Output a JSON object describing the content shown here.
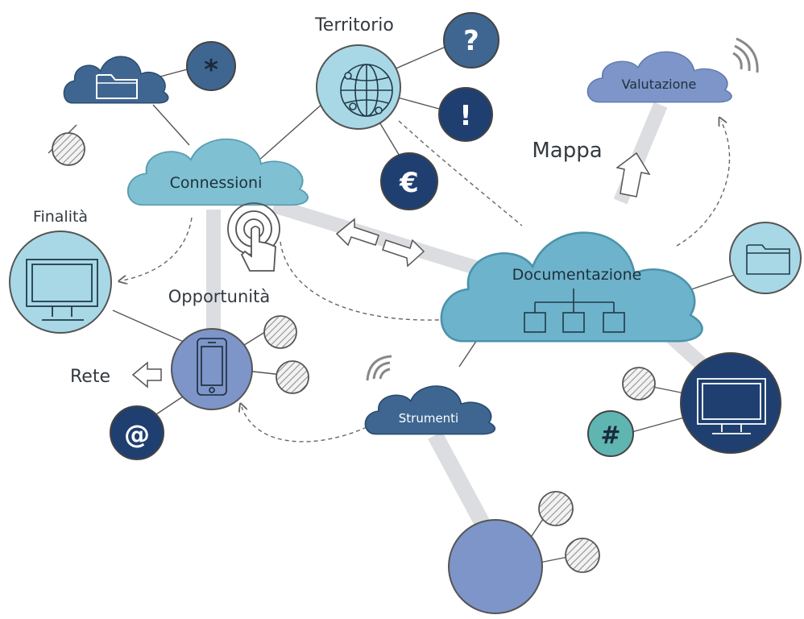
{
  "labels": {
    "territorio": "Territorio",
    "valutazione": "Valutazione",
    "mappa": "Mappa",
    "connessioni": "Connessioni",
    "finalita": "Finalità",
    "opportunita": "Opportunità",
    "documentazione": "Documentazione",
    "rete": "Rete",
    "strumenti": "Strumenti"
  },
  "glyphs": {
    "question": "?",
    "exclamation": "!",
    "euro": "€",
    "asterisk": "*",
    "at": "@",
    "hash": "#"
  },
  "colors": {
    "dark_navy": "#1f3f70",
    "mid_blue": "#3f6691",
    "steel_blue": "#4d76a8",
    "light_teal": "#a8d8e6",
    "cloud_teal": "#7fc1d2",
    "doc_teal": "#6db3cb",
    "periwinkle": "#7d95c8",
    "grey_link": "#dcdde0"
  }
}
